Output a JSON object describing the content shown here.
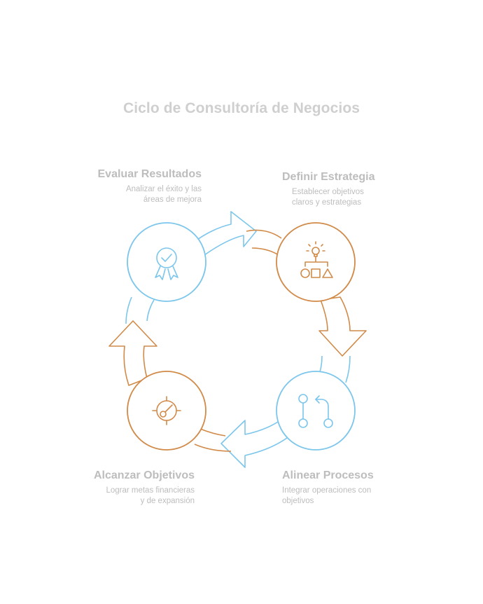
{
  "title": "Ciclo de Consultoría de Negocios",
  "colors": {
    "blue": "#7cc6ec",
    "orange": "#d18a48",
    "text": "#bdbdbd"
  },
  "steps": [
    {
      "heading": "Evaluar Resultados",
      "desc": "Analizar el éxito y las\náreas de mejora",
      "icon": "award-badge-icon",
      "color": "blue"
    },
    {
      "heading": "Definir Estrategia",
      "desc": "Establecer objetivos\nclaros y estrategias",
      "icon": "strategy-flowchart-icon",
      "color": "orange"
    },
    {
      "heading": "Alinear Procesos",
      "desc": "Integrar operaciones con\nobjetivos",
      "icon": "git-merge-icon",
      "color": "blue"
    },
    {
      "heading": "Alcanzar Objetivos",
      "desc": "Lograr metas financieras\ny de expansión",
      "icon": "target-icon",
      "color": "orange"
    }
  ]
}
